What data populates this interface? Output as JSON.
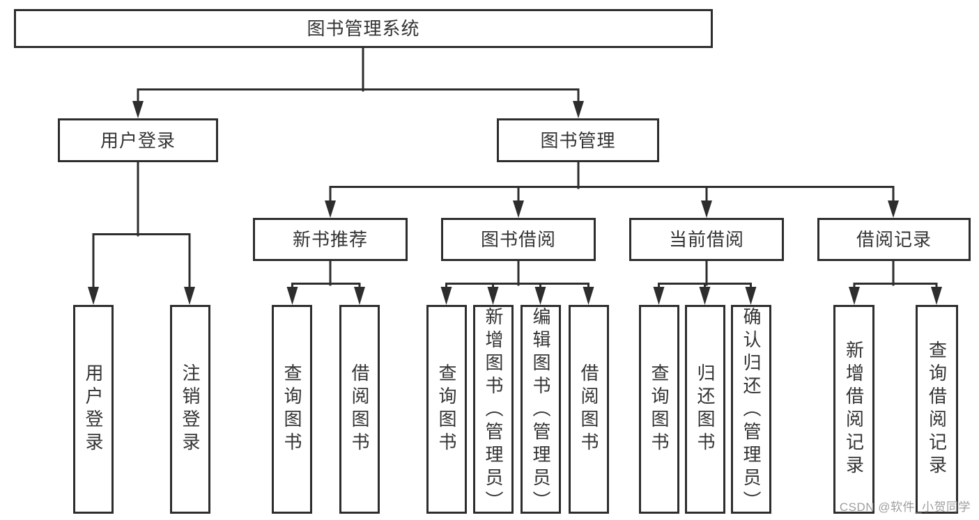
{
  "title": "图书管理系统",
  "tree": {
    "root": {
      "label": "图书管理系统"
    },
    "branches": [
      {
        "label": "用户登录",
        "leaves": [
          "用户登录",
          "注销登录"
        ]
      },
      {
        "label": "图书管理",
        "children": [
          {
            "label": "新书推荐",
            "leaves": [
              "查询图书",
              "借阅图书"
            ]
          },
          {
            "label": "图书借阅",
            "leaves": [
              "查询图书",
              "新增图书（管理员）",
              "编辑图书（管理员）",
              "借阅图书"
            ]
          },
          {
            "label": "当前借阅",
            "leaves": [
              "查询图书",
              "归还图书",
              "确认归还（管理员）"
            ]
          },
          {
            "label": "借阅记录",
            "leaves": [
              "新增借阅记录",
              "查询借阅记录"
            ]
          }
        ]
      }
    ]
  },
  "watermark": "CSDN @软件_小贺同学",
  "colors": {
    "line": "#2d2d2d",
    "box_border": "#2d2d2d",
    "text": "#333333",
    "watermark": "#9e9e9e",
    "background": "#ffffff"
  }
}
